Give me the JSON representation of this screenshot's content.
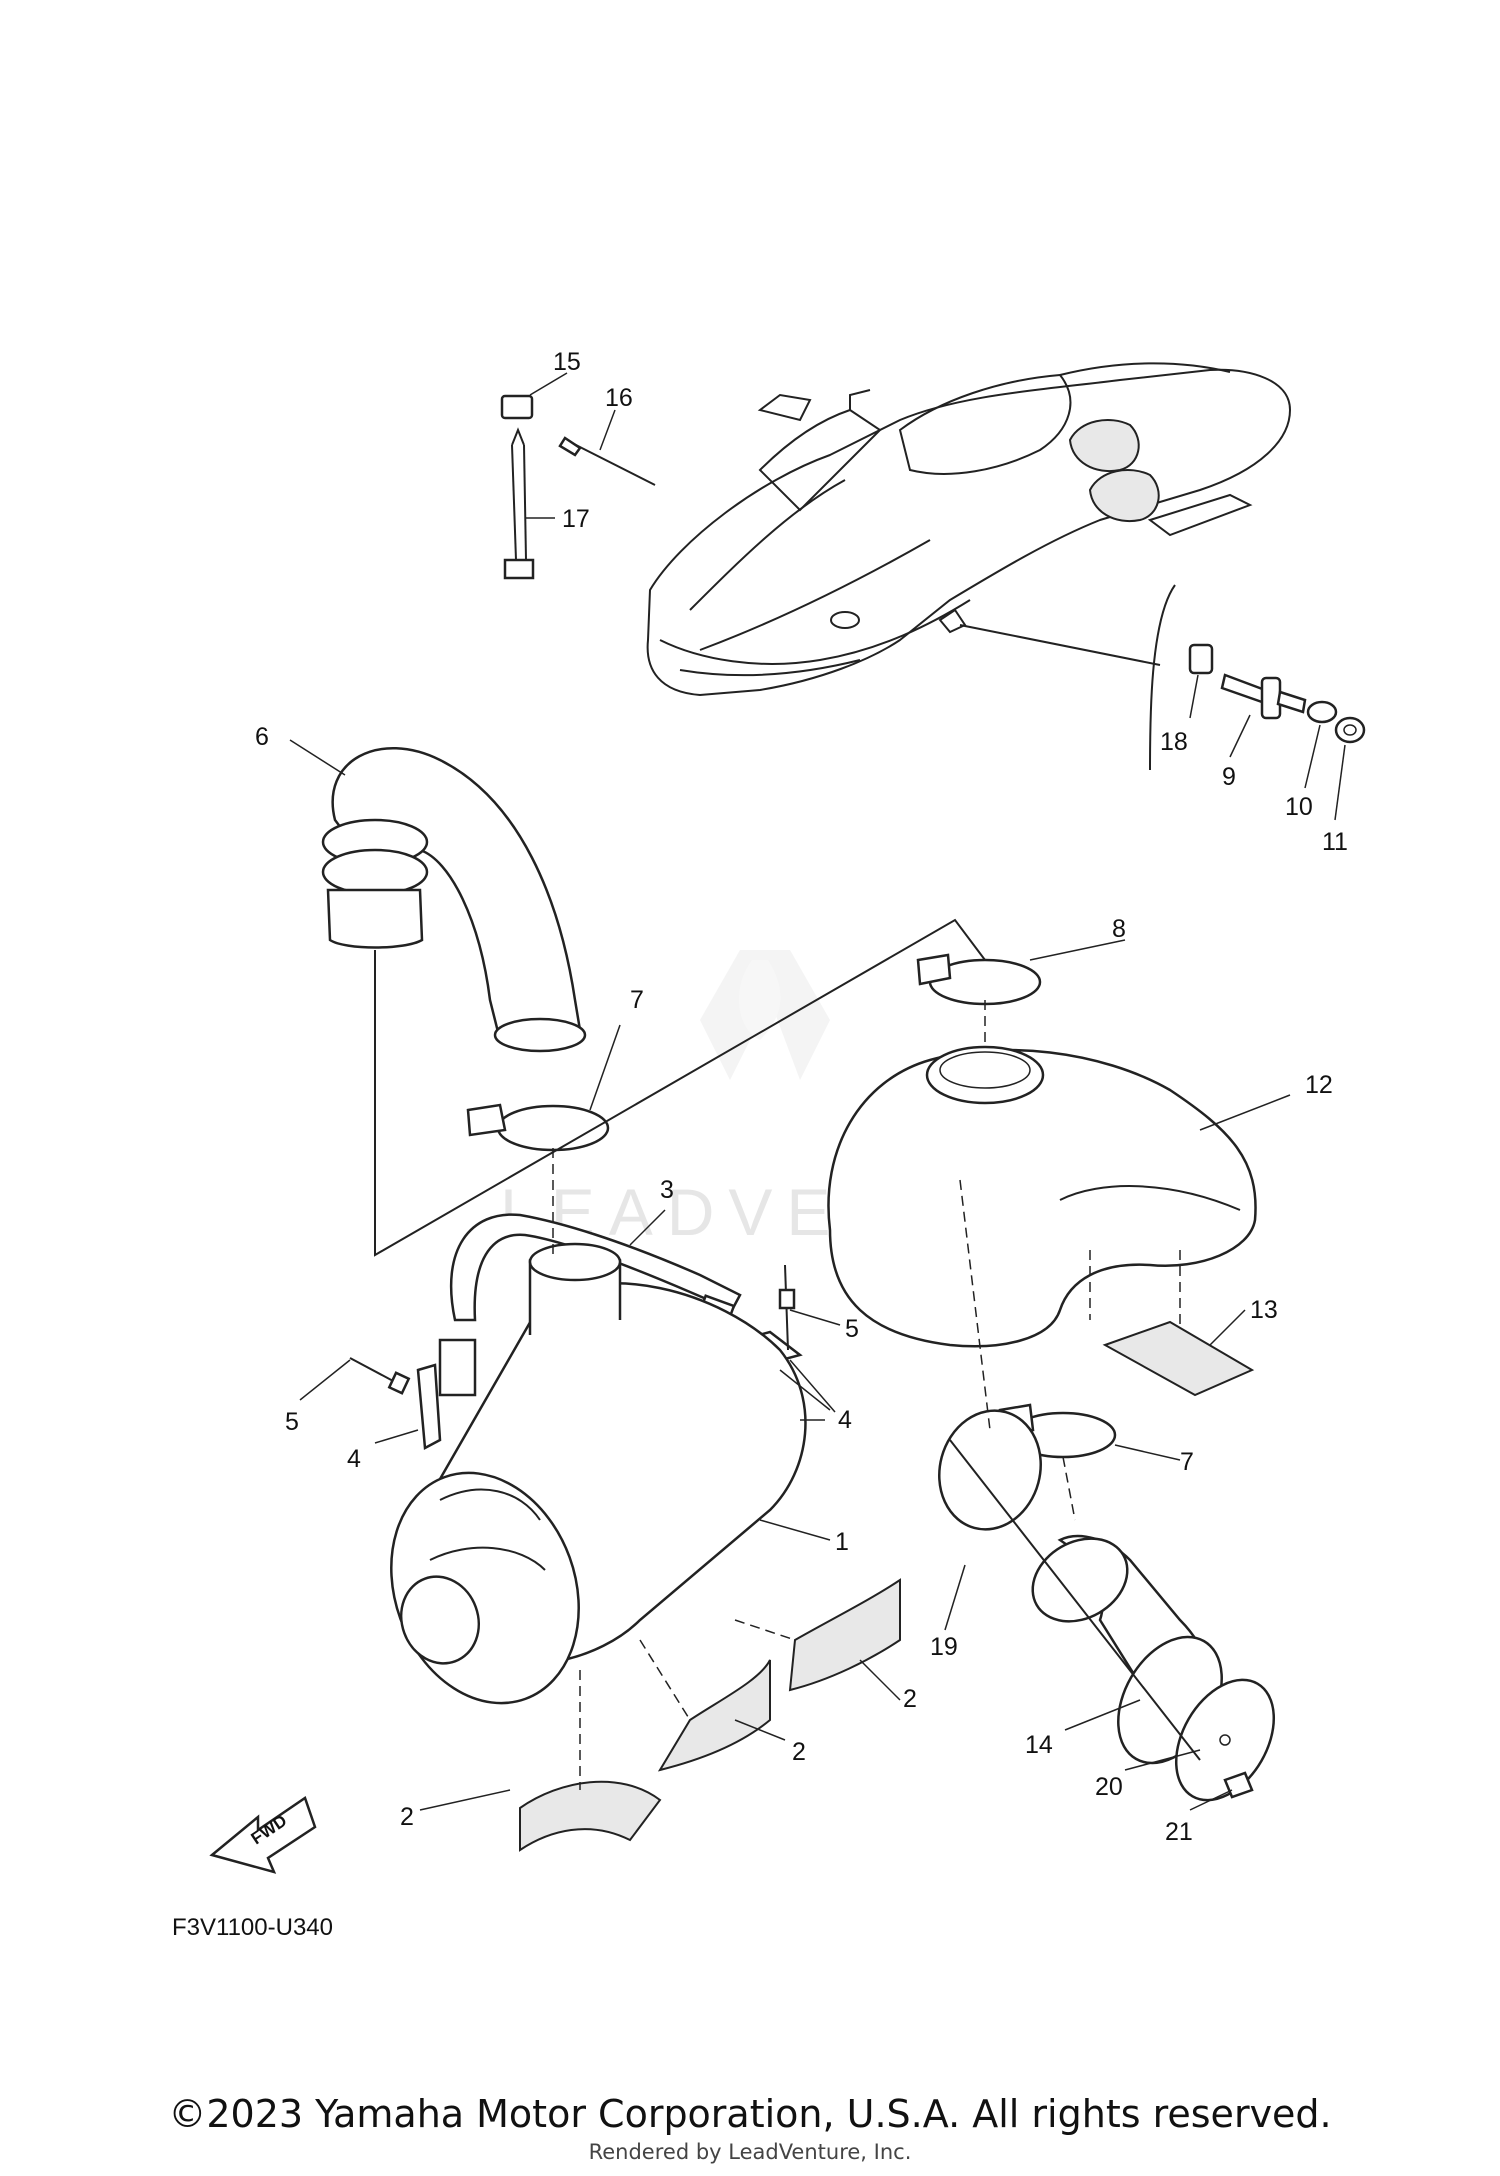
{
  "diagram": {
    "reference_code": "F3V1100-U340",
    "fwd_label": "FWD",
    "watermark": "LEADVENTURE",
    "part_numbers": [
      "1",
      "2",
      "2",
      "2",
      "2",
      "3",
      "4",
      "4",
      "5",
      "5",
      "6",
      "7",
      "7",
      "8",
      "9",
      "10",
      "11",
      "12",
      "13",
      "14",
      "15",
      "16",
      "17",
      "18",
      "19",
      "20",
      "21"
    ]
  },
  "footer": {
    "copyright": "©2023 Yamaha Motor Corporation, U.S.A. All rights reserved.",
    "rendered_by": "Rendered by LeadVenture, Inc."
  },
  "colors": {
    "line": "#222222",
    "watermark": "#e6e6e6",
    "background": "#ffffff"
  }
}
